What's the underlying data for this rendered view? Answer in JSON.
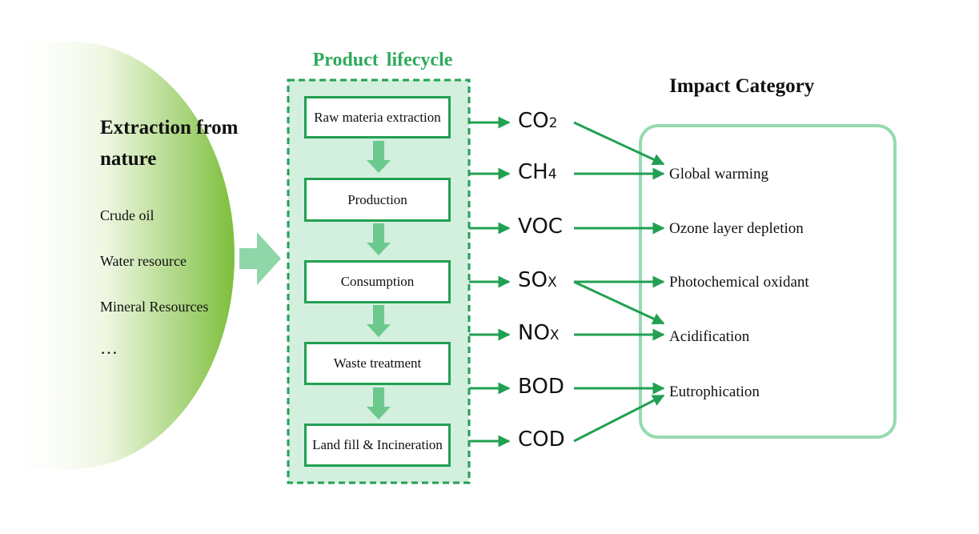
{
  "nature": {
    "title": "Extraction from nature",
    "items": [
      "Crude oil",
      "Water resource",
      "Mineral Resources"
    ],
    "ellipsis": "…"
  },
  "lifecycle": {
    "title": "Product  lifecycle",
    "stages": [
      "Raw materia extraction",
      "Production",
      "Consumption",
      "Waste treatment",
      "Land fill & Incineration"
    ]
  },
  "emissions": [
    {
      "main": "CO",
      "sub": "2"
    },
    {
      "main": "CH",
      "sub": "4"
    },
    {
      "main": "VOC",
      "sub": ""
    },
    {
      "main": "SO",
      "sub": "X"
    },
    {
      "main": "NO",
      "sub": "X"
    },
    {
      "main": "BOD",
      "sub": ""
    },
    {
      "main": "COD",
      "sub": ""
    }
  ],
  "impact": {
    "title": "Impact Category",
    "items": [
      "Global warming",
      "Ozone layer depletion",
      "Photochemical oxidant",
      "Acidification",
      "Eutrophication"
    ]
  },
  "colors": {
    "accent_green": "#22a052",
    "light_green_fill": "#d3efde",
    "arrow_light_green": "#8fd6a9",
    "impact_border": "#96dbb0",
    "gradient_green": "#7dbf3c"
  }
}
